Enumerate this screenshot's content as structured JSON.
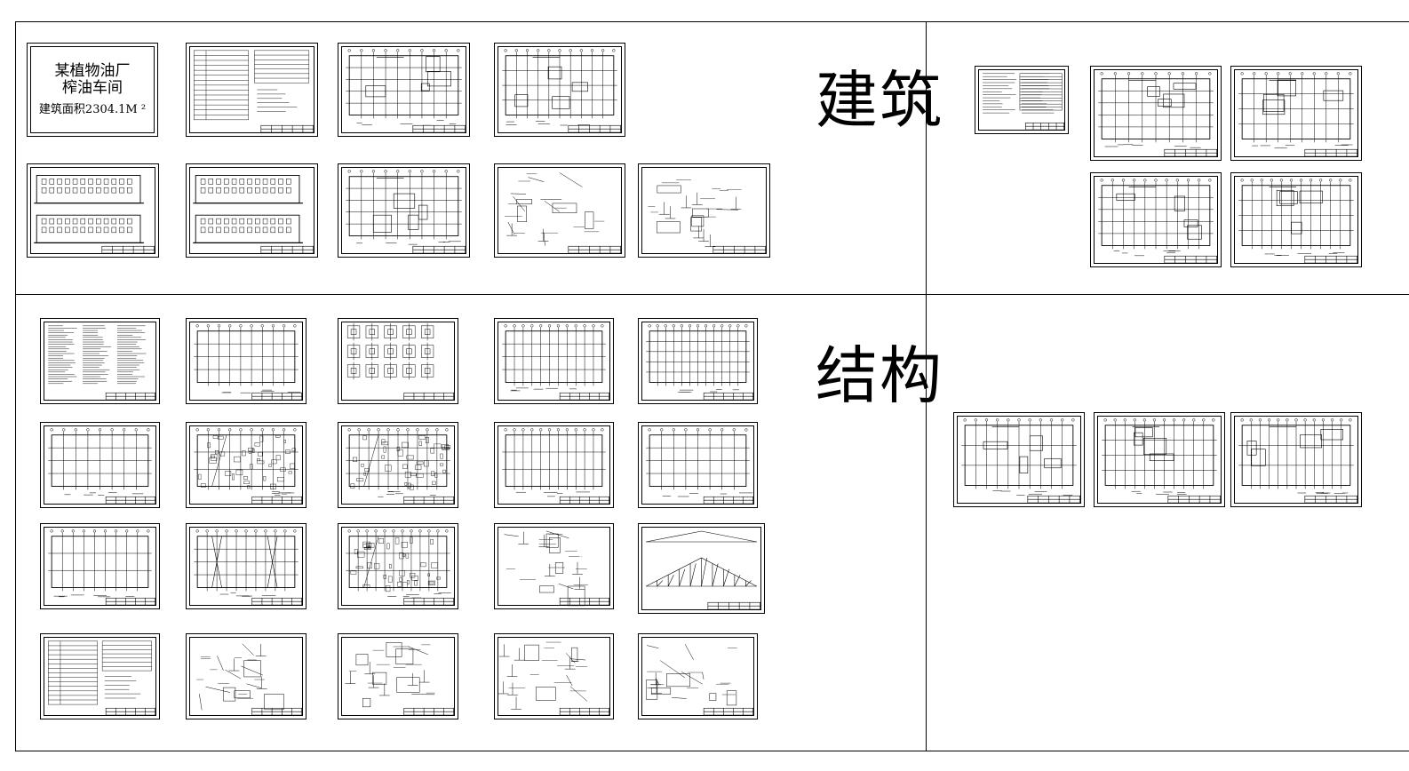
{
  "sections": {
    "architecture_label": "建筑",
    "structure_label": "结构"
  },
  "cover": {
    "line1": "某植物油厂",
    "line2": "榨油车间",
    "area": "建筑面积2304.1M ²"
  },
  "sheet_types": [
    "cover",
    "table",
    "plan",
    "plan",
    "elevation",
    "elevation",
    "plan",
    "detail",
    "detail",
    "notes",
    "plan",
    "plan",
    "plan",
    "plan",
    "notes",
    "grid",
    "foundation",
    "grid",
    "grid",
    "grid",
    "dense",
    "dense",
    "grid",
    "grid",
    "grid",
    "bracing",
    "dense",
    "detail",
    "truss",
    "table",
    "detail",
    "detail",
    "detail",
    "detail",
    "plan",
    "plan",
    "plan"
  ],
  "colors": {
    "line": "#000000",
    "background": "#ffffff"
  }
}
